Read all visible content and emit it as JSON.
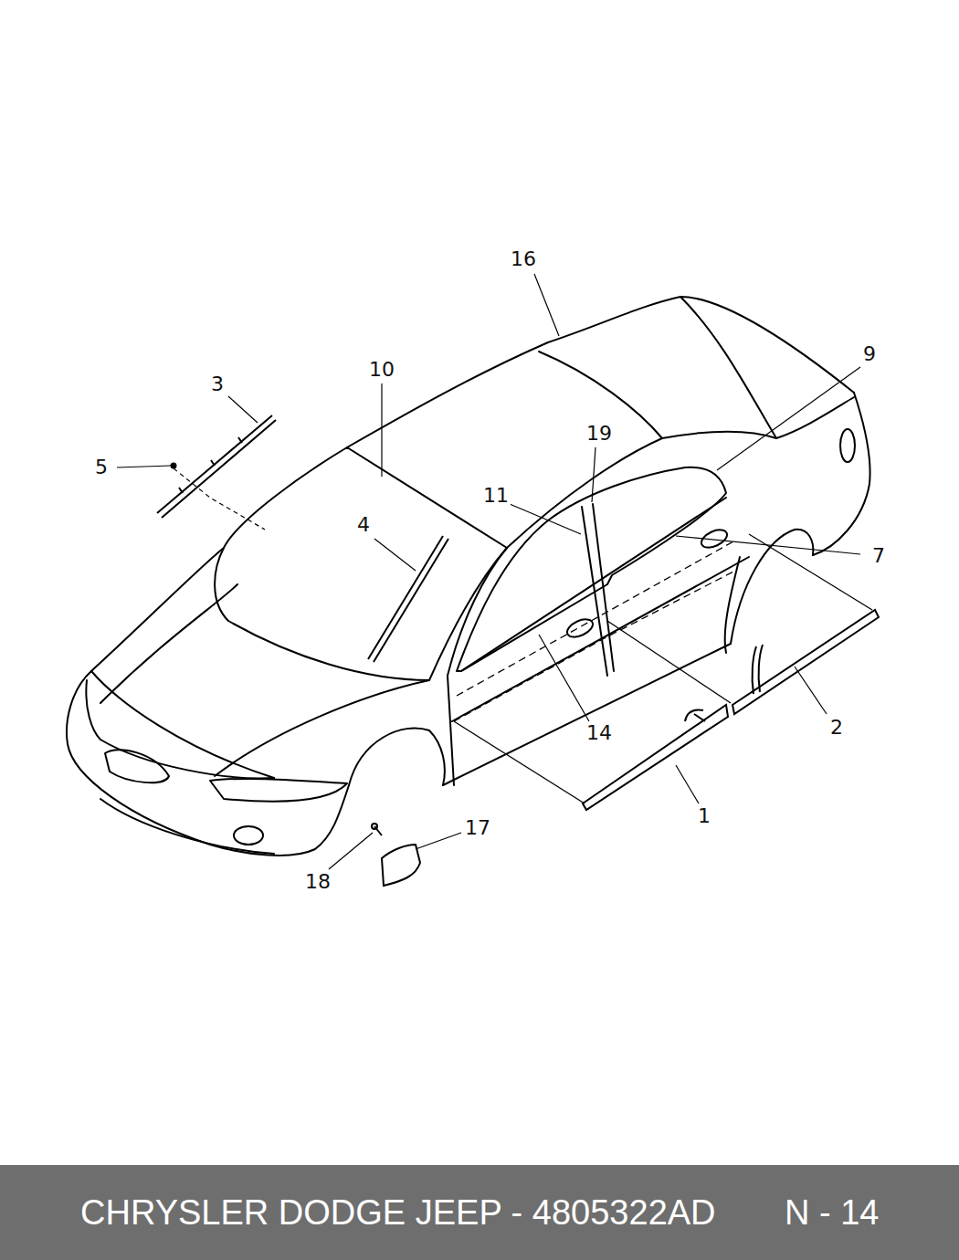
{
  "diagram": {
    "nodes": [
      {
        "text": [
          "CHRYSLER DODGE JEEP - 4805322AD",
          "N - 14"
        ]
      }
    ],
    "edges": [],
    "labels": [
      "16",
      "9",
      "10",
      "3",
      "19",
      "5",
      "11",
      "4",
      "7",
      "2",
      "14",
      "1",
      "17",
      "18"
    ]
  }
}
